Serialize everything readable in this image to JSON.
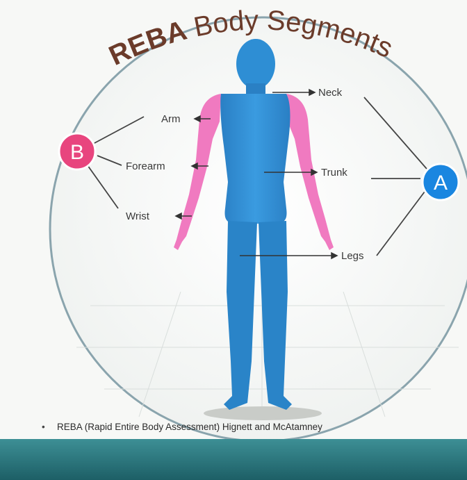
{
  "title": {
    "bold": "REBA",
    "rest": "Body Segments"
  },
  "labels": {
    "neck": "Neck",
    "trunk": "Trunk",
    "legs": "Legs",
    "arm": "Arm",
    "forearm": "Forearm",
    "wrist": "Wrist"
  },
  "groups": {
    "a": {
      "letter": "A",
      "color": "#1a86e0"
    },
    "b": {
      "letter": "B",
      "color": "#e8457e"
    }
  },
  "footnote": {
    "bullet": "•",
    "text": "REBA (Rapid Entire Body Assessment) Hignett and McAtamney"
  },
  "colors": {
    "body": "#2e8ed4",
    "arms": "#f07ac0",
    "circle": "#8aa4ad",
    "footer": "#2a7a82"
  }
}
